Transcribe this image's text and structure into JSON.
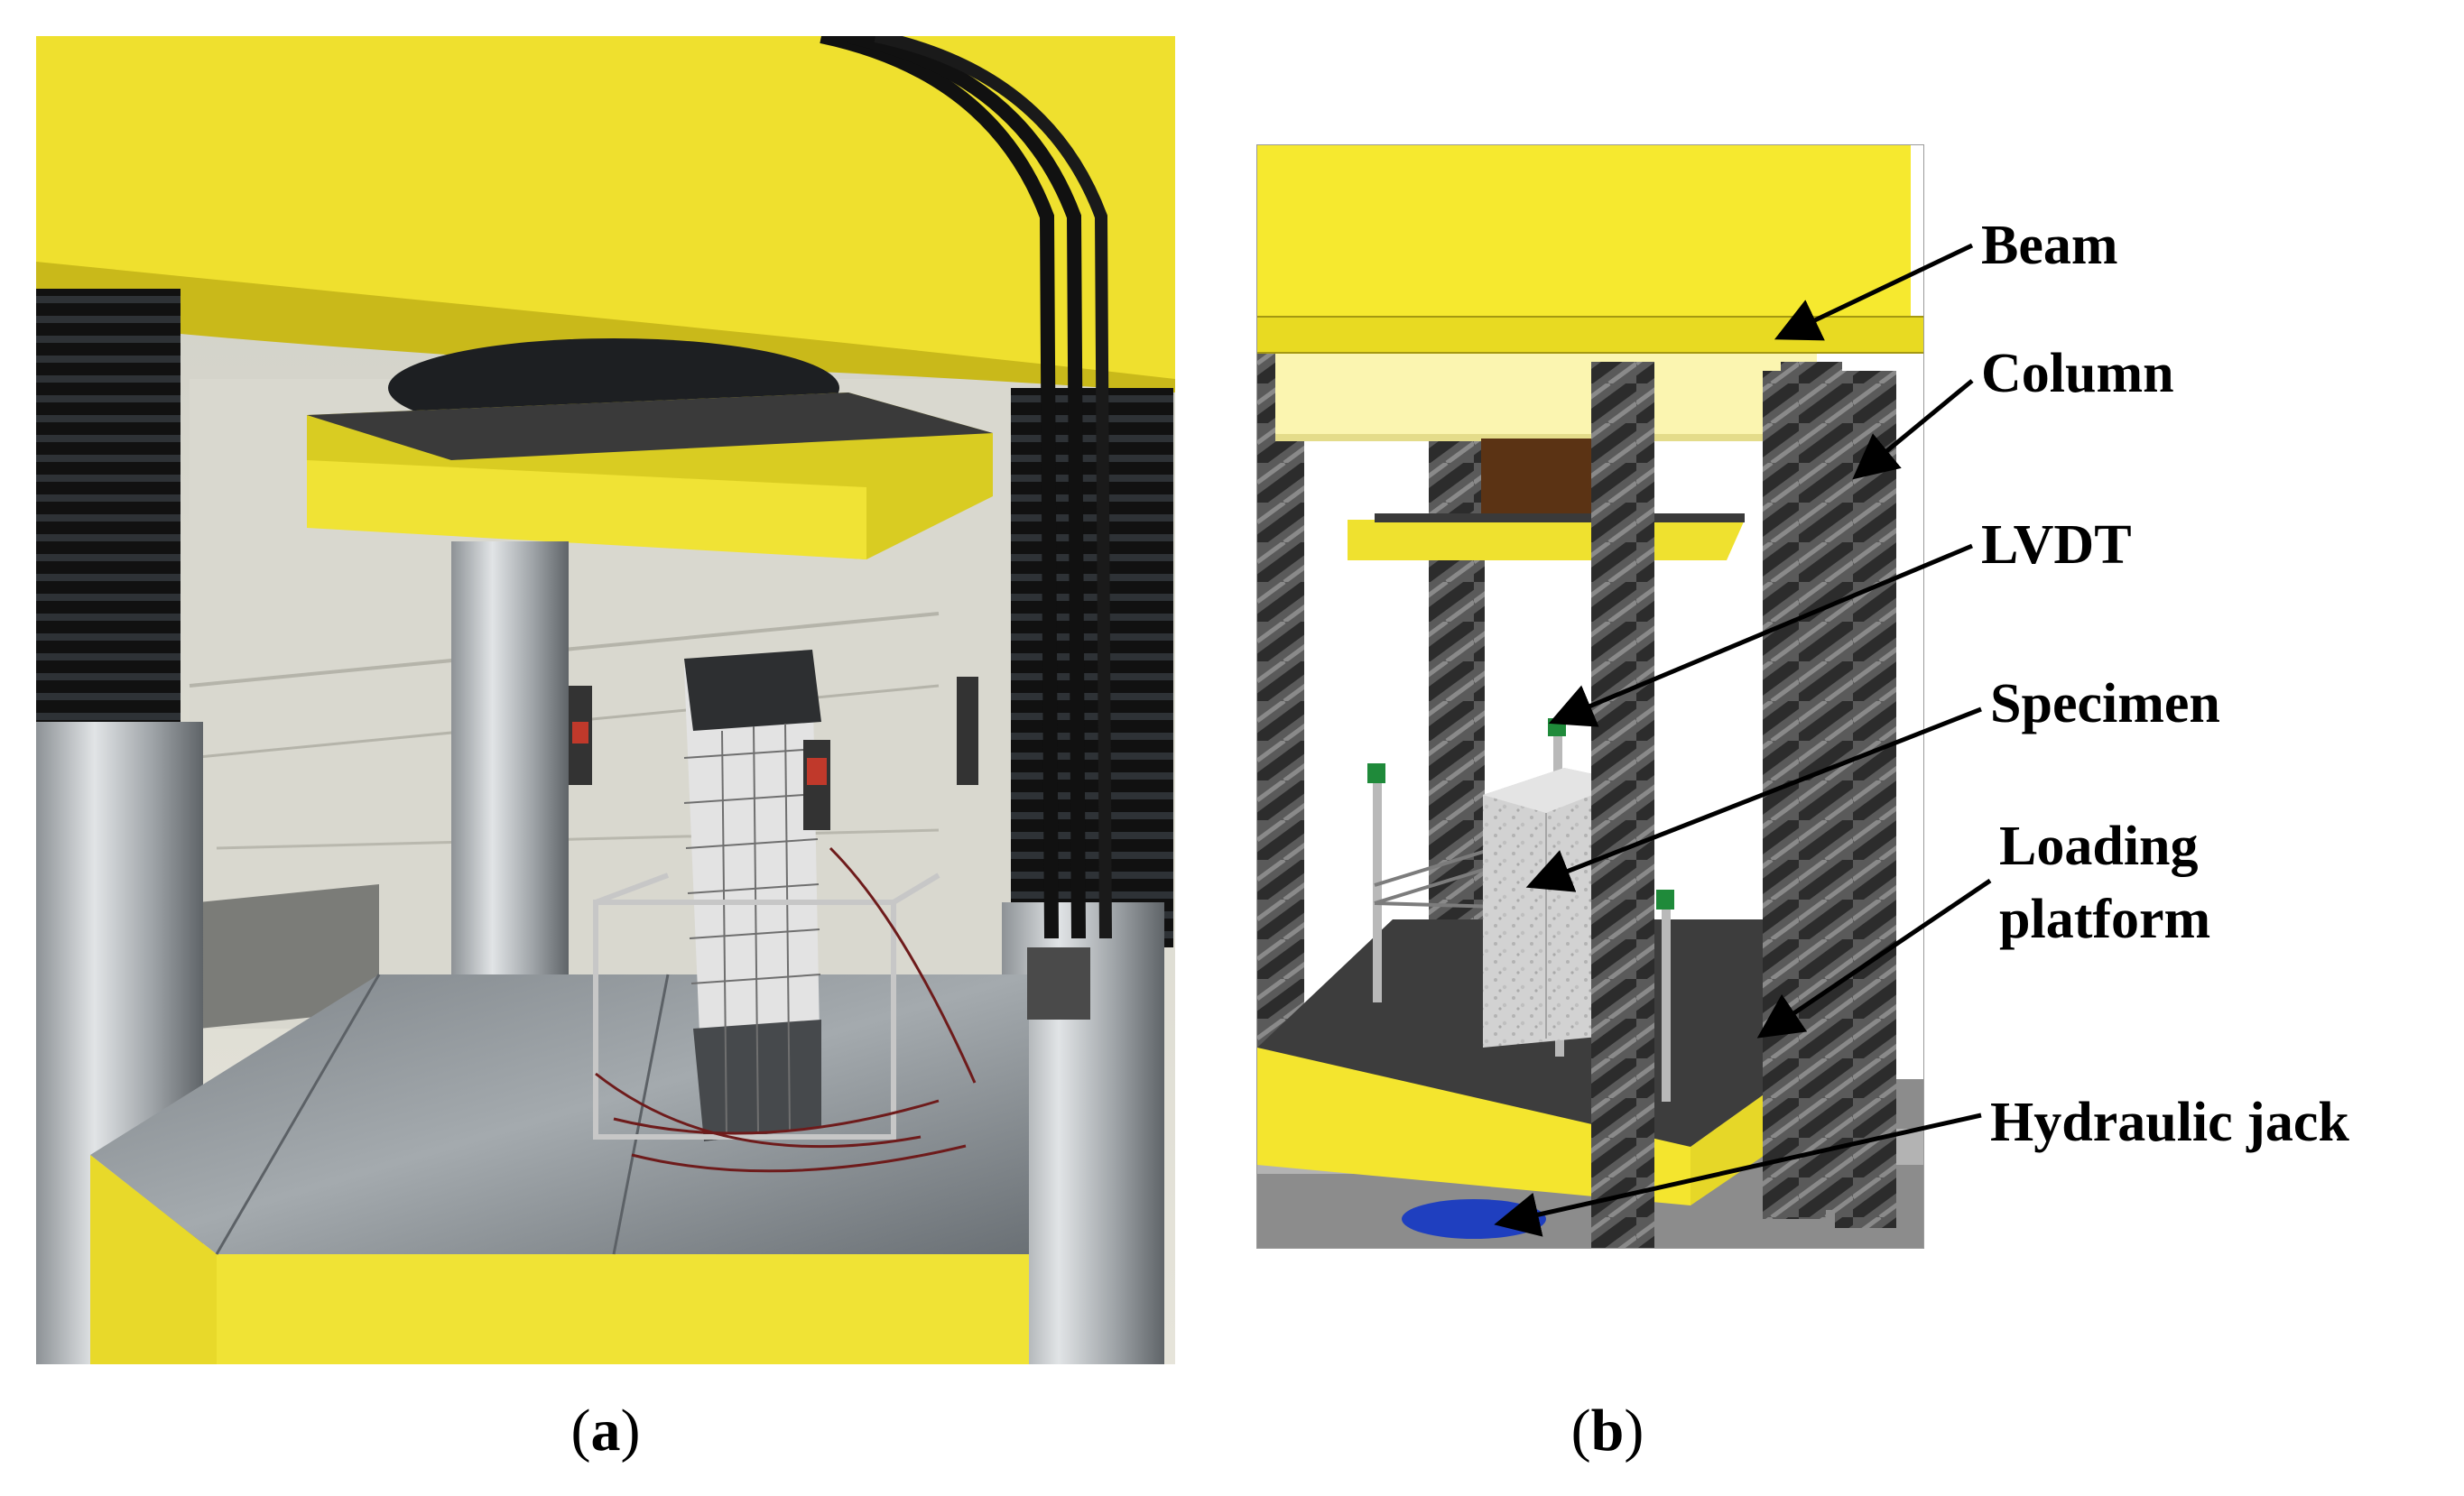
{
  "panel_a": {
    "caption_open": "(",
    "caption_letter": "a",
    "caption_close": ")",
    "image": "photograph of loading frame with instrumented column specimen"
  },
  "panel_b": {
    "caption_open": "(",
    "caption_letter": "b",
    "caption_close": ")",
    "image": "3D model of loading frame with specimen and LVDTs"
  },
  "callouts": {
    "beam": "Beam",
    "column": "Column",
    "lvdt": "LVDT",
    "specimen": "Specimen",
    "loading_platform_line1": "Loading",
    "loading_platform_line2": "platform",
    "hydraulic_jack": "Hydraulic jack"
  },
  "colors": {
    "frame_yellow": "#f2e532",
    "frame_yellow_dark": "#c9b91a",
    "pale_yellow": "#fbf5b0",
    "steel_grey": "#6b6b6b",
    "platform_dark": "#444444",
    "jack_blue": "#1f3fbf",
    "concrete": "#d4d4d4"
  }
}
